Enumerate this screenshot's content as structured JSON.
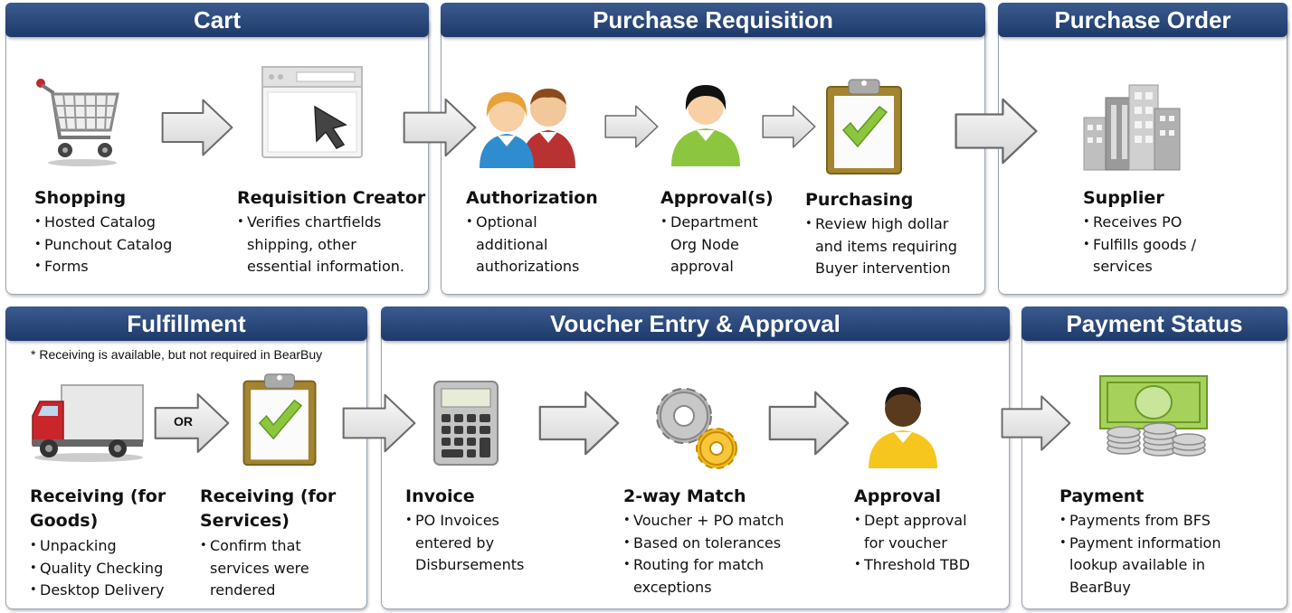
{
  "panels": {
    "cart": {
      "title": "Cart"
    },
    "requisition": {
      "title": "Purchase Requisition"
    },
    "order": {
      "title": "Purchase Order"
    },
    "fulfillment": {
      "title": "Fulfillment",
      "note": "* Receiving is available, but not required in BearBuy",
      "or_label": "OR"
    },
    "voucher": {
      "title": "Voucher Entry & Approval"
    },
    "payment": {
      "title": "Payment Status"
    }
  },
  "steps": {
    "shopping": {
      "title": "Shopping",
      "items": [
        "Hosted Catalog",
        "Punchout  Catalog",
        "Forms"
      ]
    },
    "req_creator": {
      "title": "Requisition Creator",
      "items": [
        "Verifies  chartfields",
        "shipping, other",
        "essential information."
      ]
    },
    "authorization": {
      "title": "Authorization",
      "items": [
        "Optional",
        "additional",
        "authorizations"
      ]
    },
    "approvals": {
      "title": "Approval(s)",
      "items": [
        "Department",
        "Org Node",
        "approval"
      ]
    },
    "purchasing": {
      "title": "Purchasing",
      "items": [
        "Review  high dollar",
        "and items requiring",
        "Buyer intervention"
      ]
    },
    "supplier": {
      "title": "Supplier",
      "items": [
        "Receives PO",
        "Fulfills goods /",
        "services"
      ]
    },
    "recv_goods": {
      "title_line1": "Receiving (for",
      "title_line2": "Goods)",
      "items": [
        "Unpacking",
        "Quality Checking",
        "Desktop Delivery"
      ]
    },
    "recv_services": {
      "title_line1": "Receiving (for",
      "title_line2": "Services)",
      "items": [
        "Confirm that",
        "services were",
        "rendered"
      ]
    },
    "invoice": {
      "title": "Invoice",
      "items": [
        "PO Invoices",
        "entered by",
        "Disbursements"
      ]
    },
    "match": {
      "title": "2-way Match",
      "items": [
        "Voucher + PO match",
        "Based on tolerances",
        "Routing for  match",
        "exceptions"
      ]
    },
    "approval": {
      "title": "Approval",
      "items": [
        "Dept approval",
        "for voucher",
        "Threshold TBD"
      ]
    },
    "payment_step": {
      "title": "Payment",
      "items": [
        "Payments from BFS",
        "Payment information",
        "lookup available in",
        "BearBuy"
      ]
    }
  },
  "icons": [
    "shopping-cart-icon",
    "browser-cursor-icon",
    "people-icon",
    "person-icon",
    "clipboard-check-icon",
    "buildings-icon",
    "delivery-truck-icon",
    "calculator-icon",
    "gears-icon",
    "money-icon"
  ],
  "colors": {
    "header": "#1e3a6a",
    "border": "#9aa6b8",
    "arrow": "#e6e6e6",
    "check": "#8cc63f"
  }
}
